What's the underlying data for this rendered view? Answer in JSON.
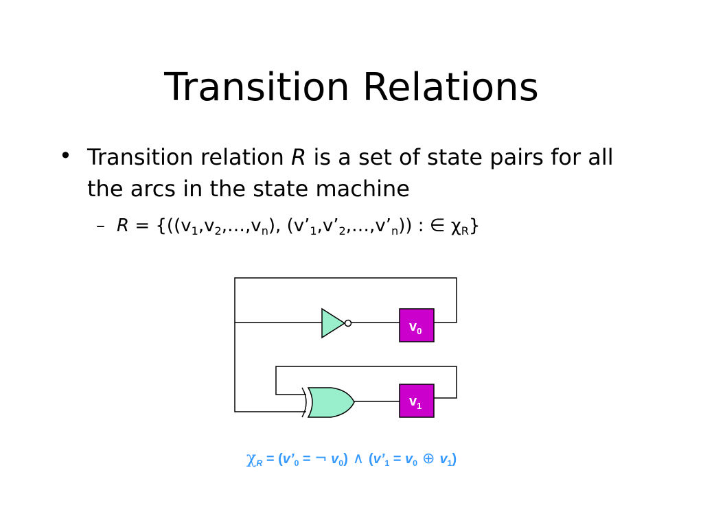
{
  "slide": {
    "title": "Transition Relations",
    "bullet": {
      "marker": "•",
      "text_before": "Transition relation ",
      "var_R": "R",
      "text_after": " is a set of state pairs for all the arcs in the state machine"
    },
    "sub_bullet": {
      "marker": "–",
      "var_R": "R",
      "p1": " = {((v",
      "s1": "1",
      "p2": ",v",
      "s2": "2",
      "p3": ",…,v",
      "s3": "n",
      "p4": "), (v’",
      "s4": "1",
      "p5": ",v’",
      "s5": "2",
      "p6": ",…,v’",
      "s6": "n",
      "p7": ")) :  ∈ χ",
      "s7": "R",
      "p8": "}"
    },
    "circuit": {
      "register_v0": {
        "base": "v",
        "sub": "0"
      },
      "register_v1": {
        "base": "v",
        "sub": "1"
      },
      "gates": [
        "inverter-gate",
        "xor-gate"
      ],
      "colors": {
        "register_fill": "#cc00cc",
        "gate_fill": "#99eecc",
        "wire": "#000000"
      }
    },
    "formula": {
      "chi": "χ",
      "chi_sub": "R",
      "eq": " =  (",
      "v1": "v’",
      "v1_sub": "0",
      "eq2": "  =  ",
      "not": "¬",
      "v2": " v",
      "v2_sub": "0",
      "close1": ")",
      "and": " ∧ ",
      "open2": "(",
      "v3": "v’",
      "v3_sub": "1",
      "eq3": "  =  ",
      "v4": "v",
      "v4_sub": "0",
      "xor": " ⊕ ",
      "v5": "v",
      "v5_sub": "1",
      "close2": ")",
      "color": "#3399ff"
    }
  }
}
